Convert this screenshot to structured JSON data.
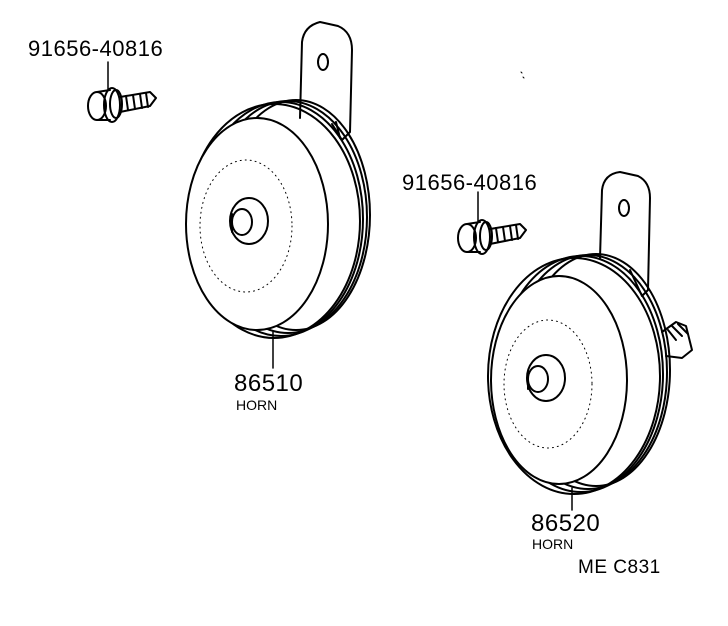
{
  "callouts": {
    "bolt_1": {
      "part_number": "91656-40816"
    },
    "horn_1": {
      "part_number": "86510",
      "name": "HORN"
    },
    "bolt_2": {
      "part_number": "91656-40816"
    },
    "horn_2": {
      "part_number": "86520",
      "name": "HORN"
    }
  },
  "drawing_code": "ME C831"
}
